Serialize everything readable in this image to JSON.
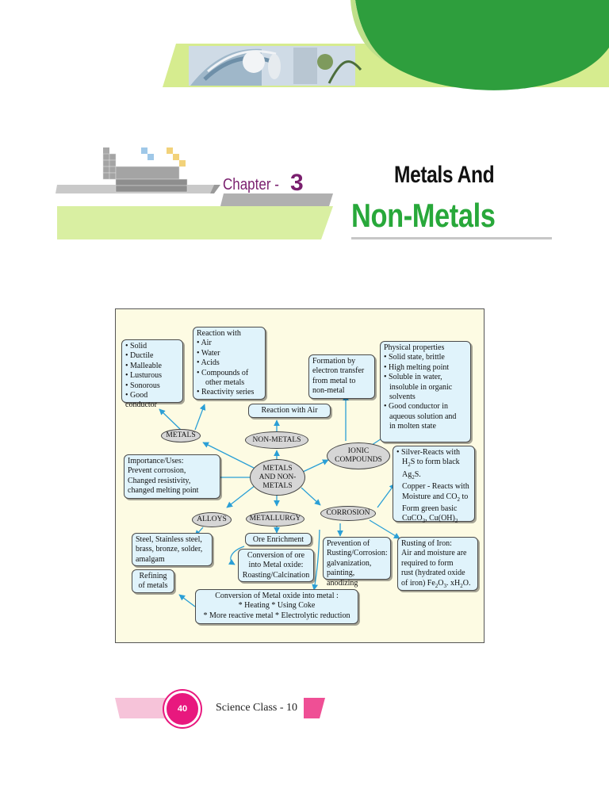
{
  "chapter": {
    "label": "Chapter -",
    "number": "3"
  },
  "title": {
    "line1": "Metals And",
    "line2": "Non-Metals"
  },
  "concept_map": {
    "center": "METALS AND NON-METALS",
    "nodes": {
      "metals": "METALS",
      "non_metals": "NON-METALS",
      "ionic_compounds": "IONIC COMPOUNDS",
      "alloys": "ALLOYS",
      "metallurgy": "METALLURGY",
      "corrosion": "CORROSION"
    },
    "metal_properties": [
      "Solid",
      "Ductile",
      "Malleable",
      "Lusturous",
      "Sonorous",
      "Good conductor"
    ],
    "reaction": {
      "heading": "Reaction with",
      "items": [
        "Air",
        "Water",
        "Acids",
        "Compounds of",
        "Reactivity series"
      ],
      "item4_cont": "other metals"
    },
    "reaction_with_air": "Reaction with Air",
    "formation": [
      "Formation by",
      "electron transfer",
      "from metal to",
      "non-metal"
    ],
    "physical": {
      "heading": "Physical properties",
      "items": [
        "Solid state, brittle",
        "High melting point",
        "Soluble in water,",
        "Good conductor in"
      ],
      "item3_cont": [
        "insoluble in organic",
        "solvents"
      ],
      "item4_cont": [
        "aqueous solution and",
        "in molten state"
      ]
    },
    "uses": [
      "Importance/Uses:",
      "Prevent corrosion,",
      "Changed resistivity,",
      "changed melting point"
    ],
    "silver_copper": {
      "bullet": "Silver-Reacts with",
      "l2_pre": "H",
      "l2_sub": "2",
      "l2_post": "S to form black",
      "l3_pre": "Ag",
      "l3_sub": "2",
      "l3_post": "S.",
      "l4": "Copper - Reacts with",
      "l5_pre": "Moisture and CO",
      "l5_sub": "2",
      "l5_post": " to",
      "l6": "Form green basic",
      "l7_a": "CuCO",
      "l7_sub1": "3",
      "l7_b": ", Cu(OH)",
      "l7_sub2": "2"
    },
    "alloy_examples": [
      "Steel, Stainless steel,",
      "brass, bronze, solder,",
      "amalgam"
    ],
    "ore_enrichment": "Ore Enrichment",
    "conversion_ore": [
      "Conversion of ore",
      "into Metal oxide:",
      "Roasting/Calcination"
    ],
    "prevention": [
      "Prevention of",
      "Rusting/Corrosion:",
      "galvanization,",
      "painting, anodizing"
    ],
    "rusting": {
      "l1": "Rusting of Iron:",
      "l2": "Air and moisture are",
      "l3": "required to form",
      "l4": "rust (hydrated oxide",
      "l5_a": "of iron) Fe",
      "l5_sub1": "2",
      "l5_b": "O",
      "l5_sub2": "3",
      "l5_c": ". xH",
      "l5_sub3": "2",
      "l5_d": "O."
    },
    "refining": [
      "Refining",
      "of metals"
    ],
    "conversion_metal": [
      "Conversion of Metal oxide into metal :",
      "* Heating * Using Coke",
      "* More reactive metal * Electrolytic reduction"
    ]
  },
  "footer": {
    "page_number": "40",
    "text": "Science Class - 10"
  },
  "colors": {
    "green": "#28a83a",
    "magenta": "#e8187e",
    "box_fill": "#e0f3fb",
    "map_bg": "#fdfbe3",
    "arrow": "#2a9fd6"
  }
}
